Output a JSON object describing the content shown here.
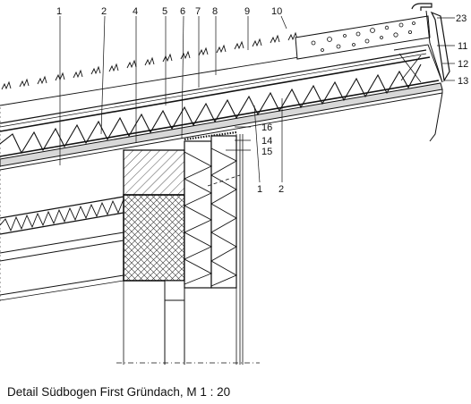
{
  "caption": "Detail Südbogen First Gründach, M 1 : 20",
  "labels": {
    "l1": "1",
    "l2": "2",
    "l4": "4",
    "l5": "5",
    "l6": "6",
    "l7": "7",
    "l8": "8",
    "l9": "9",
    "l10": "10",
    "l23": "23",
    "l11": "11",
    "l12": "12",
    "l13": "13",
    "l16": "16",
    "l14": "14",
    "l15": "15",
    "l1b": "1",
    "l2b": "2"
  }
}
